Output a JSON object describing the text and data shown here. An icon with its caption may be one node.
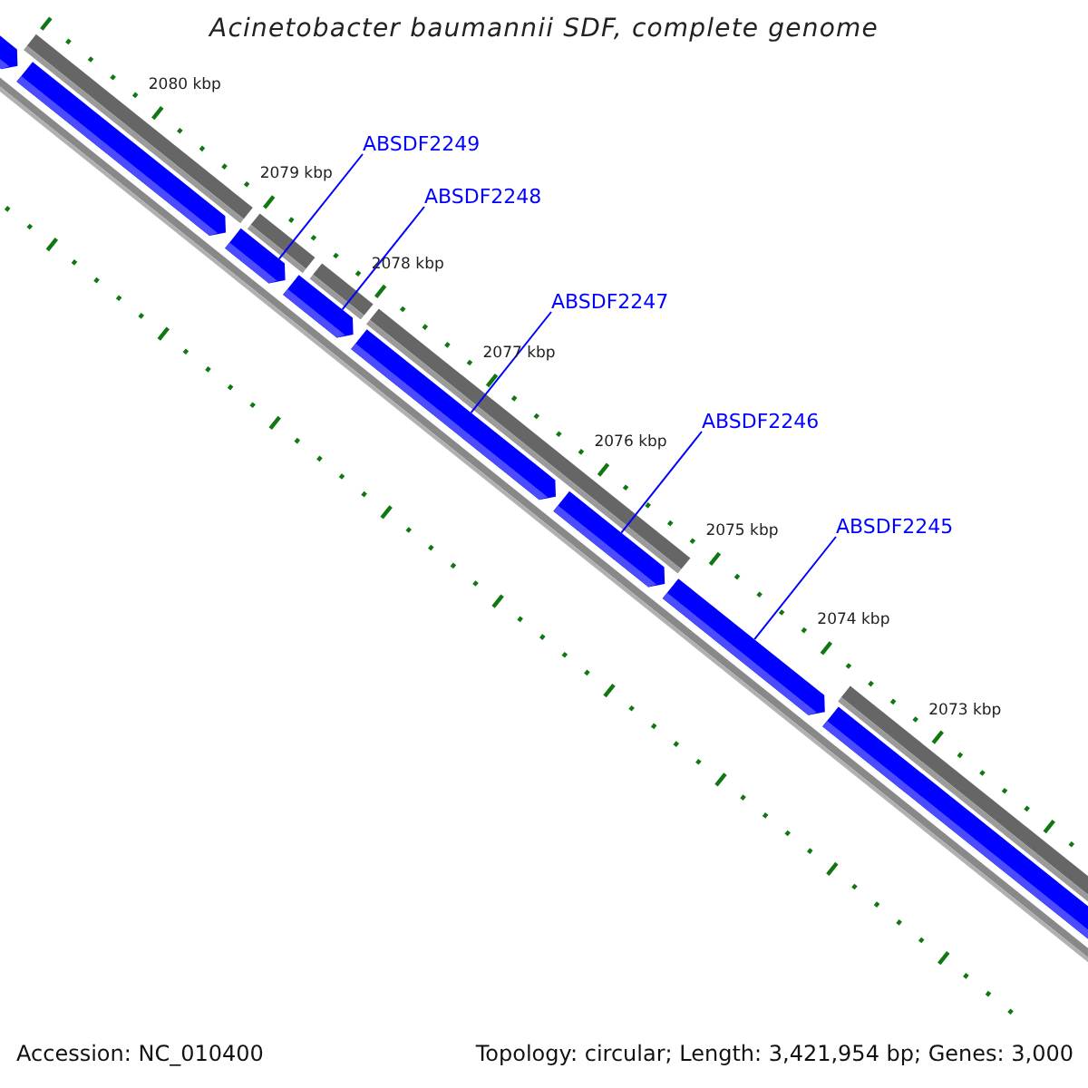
{
  "diagram": {
    "title": "Acinetobacter baumannii SDF, complete genome",
    "nodes": [
      {
        "text": [
          "ABSDF2249"
        ]
      },
      {
        "text": [
          "ABSDF2248"
        ]
      },
      {
        "text": [
          "ABSDF2247"
        ]
      },
      {
        "text": [
          "ABSDF2246"
        ]
      },
      {
        "text": [
          "ABSDF2245"
        ]
      },
      {
        "text": [],
        "shape": "arrow"
      },
      {
        "text": [],
        "shape": "arrow"
      },
      {
        "text": [],
        "shape": "arrow"
      },
      {
        "text": [],
        "shape": "arrow"
      },
      {
        "text": [],
        "shape": "arrow"
      },
      {
        "text": [],
        "shape": "arrow"
      },
      {
        "text": [],
        "shape": "arrow"
      },
      {
        "text": [],
        "shape": "arrow"
      }
    ],
    "edges": [
      {
        "from": 0,
        "to": 7,
        "arrow": "none"
      },
      {
        "from": 1,
        "to": 8,
        "arrow": "none"
      },
      {
        "from": 2,
        "to": 9,
        "arrow": "none"
      },
      {
        "from": 3,
        "to": 10,
        "arrow": "none"
      },
      {
        "from": 4,
        "to": 11,
        "arrow": "none"
      }
    ],
    "labels": [
      "2080 kbp",
      "2079 kbp",
      "2078 kbp",
      "2077 kbp",
      "2076 kbp",
      "2075 kbp",
      "2074 kbp",
      "2073 kbp",
      "Accession: NC_010400",
      "Topology: circular; Length: 3,421,954 bp; Genes: 3,000"
    ]
  }
}
